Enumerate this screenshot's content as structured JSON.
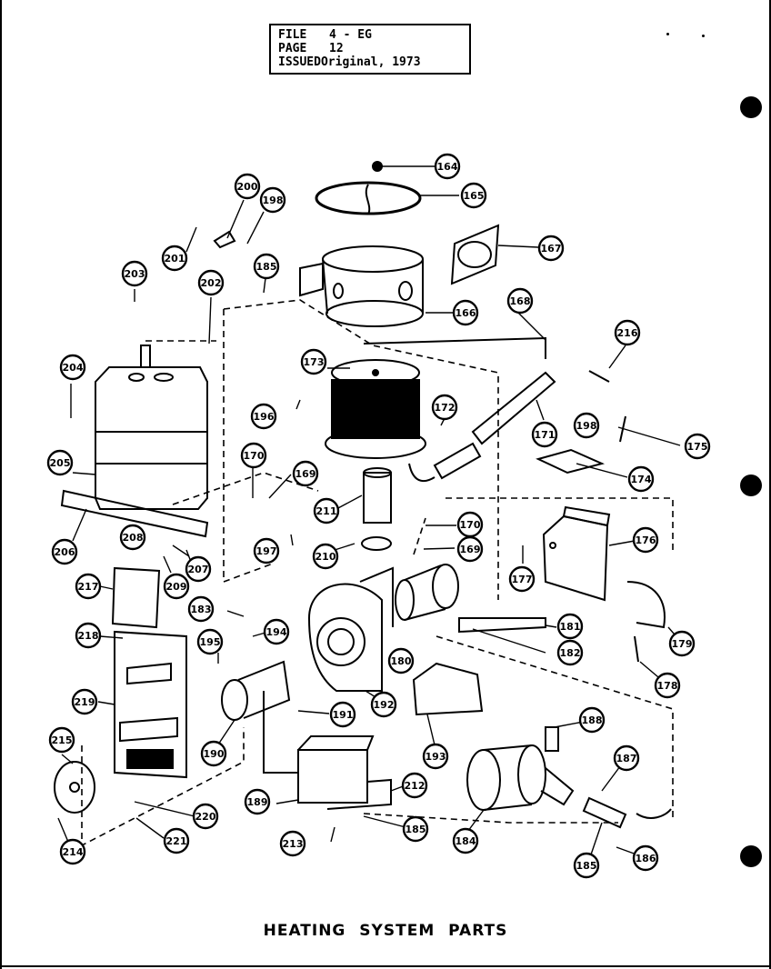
{
  "header": {
    "file_label": "FILE",
    "file_value": "4 - EG",
    "page_label": "PAGE",
    "page_value": "12",
    "issued_label": "ISSUED",
    "issued_value": "Original, 1973"
  },
  "caption": "HEATING SYSTEM PARTS",
  "callouts": [
    "164",
    "165",
    "167",
    "166",
    "168",
    "216",
    "200",
    "198",
    "201",
    "185",
    "203",
    "202",
    "204",
    "173",
    "196",
    "172",
    "171",
    "198",
    "175",
    "174",
    "205",
    "170",
    "169",
    "211",
    "206",
    "208",
    "207",
    "209",
    "197",
    "210",
    "170",
    "169",
    "176",
    "177",
    "217",
    "183",
    "194",
    "195",
    "180",
    "181",
    "182",
    "179",
    "178",
    "218",
    "219",
    "192",
    "191",
    "193",
    "190",
    "188",
    "187",
    "215",
    "212",
    "189",
    "185",
    "184",
    "220",
    "221",
    "214",
    "213",
    "185",
    "186"
  ]
}
